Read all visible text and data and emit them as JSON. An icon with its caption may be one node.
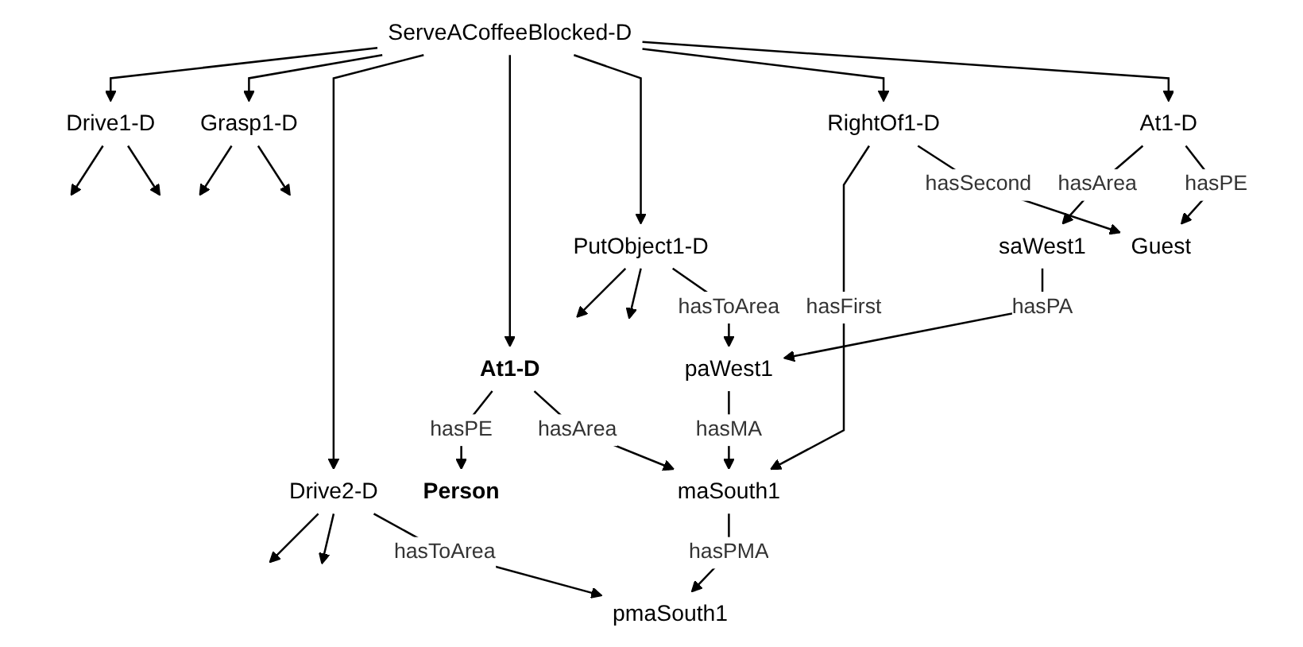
{
  "diagram": {
    "nodes": [
      {
        "text": [
          "ServeACoffeeBlocked-D"
        ]
      },
      {
        "text": [
          "Drive1-D"
        ]
      },
      {
        "text": [
          "Grasp1-D"
        ]
      },
      {
        "text": [
          "Drive2-D"
        ]
      },
      {
        "text": [
          "At1-D"
        ]
      },
      {
        "text": [
          "PutObject1-D"
        ]
      },
      {
        "text": [
          "RightOf1-D"
        ]
      },
      {
        "text": [
          "At1-D"
        ]
      },
      {
        "text": [
          "saWest1"
        ]
      },
      {
        "text": [
          "Person"
        ]
      },
      {
        "text": [
          "paWest1"
        ]
      },
      {
        "text": [
          "Guest"
        ]
      },
      {
        "text": [
          "maSouth1"
        ]
      },
      {
        "text": [
          "pmaSouth1"
        ]
      }
    ],
    "edges": [
      {
        "from": 0,
        "to": 1,
        "arrow": "to"
      },
      {
        "from": 0,
        "to": 2,
        "arrow": "to"
      },
      {
        "from": 0,
        "to": 3,
        "arrow": "to"
      },
      {
        "from": 0,
        "to": 4,
        "arrow": "to"
      },
      {
        "from": 0,
        "to": 5,
        "arrow": "to"
      },
      {
        "from": 0,
        "to": 6,
        "arrow": "to"
      },
      {
        "from": 0,
        "to": 7,
        "arrow": "to"
      },
      {
        "from": 1,
        "to": null,
        "arrow": "to"
      },
      {
        "from": 1,
        "to": null,
        "arrow": "to"
      },
      {
        "from": 2,
        "to": null,
        "arrow": "to"
      },
      {
        "from": 2,
        "to": null,
        "arrow": "to"
      },
      {
        "from": 3,
        "to": null,
        "arrow": "to"
      },
      {
        "from": 3,
        "to": null,
        "arrow": "to"
      },
      {
        "from": 3,
        "to": 13,
        "label": "hasToArea",
        "arrow": "to"
      },
      {
        "from": 4,
        "to": 9,
        "label": "hasPE",
        "arrow": "to"
      },
      {
        "from": 4,
        "to": 12,
        "label": "hasArea",
        "arrow": "to"
      },
      {
        "from": 5,
        "to": null,
        "arrow": "to"
      },
      {
        "from": 5,
        "to": null,
        "arrow": "to"
      },
      {
        "from": 5,
        "to": 10,
        "label": "hasToArea",
        "arrow": "to"
      },
      {
        "from": 6,
        "to": 12,
        "label": "hasFirst",
        "arrow": "to"
      },
      {
        "from": 6,
        "to": 11,
        "label": "hasSecond",
        "arrow": "to"
      },
      {
        "from": 7,
        "to": 8,
        "label": "hasArea",
        "arrow": "to"
      },
      {
        "from": 7,
        "to": 11,
        "label": "hasPE",
        "arrow": "to"
      },
      {
        "from": 8,
        "to": 10,
        "label": "hasPA",
        "arrow": "to"
      },
      {
        "from": 10,
        "to": 12,
        "label": "hasMA",
        "arrow": "to"
      },
      {
        "from": 12,
        "to": 13,
        "label": "hasPMA",
        "arrow": "to"
      }
    ]
  }
}
